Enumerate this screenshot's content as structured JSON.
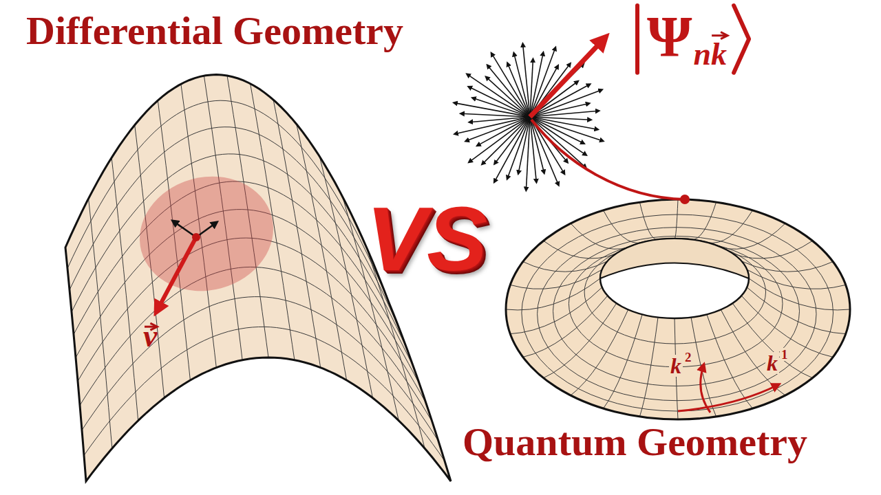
{
  "diagram": {
    "labels": [
      "Differential Geometry",
      "VS",
      "Quantum Geometry",
      "v",
      "Ψ",
      "nk",
      "k",
      "2",
      "k",
      "1"
    ]
  }
}
